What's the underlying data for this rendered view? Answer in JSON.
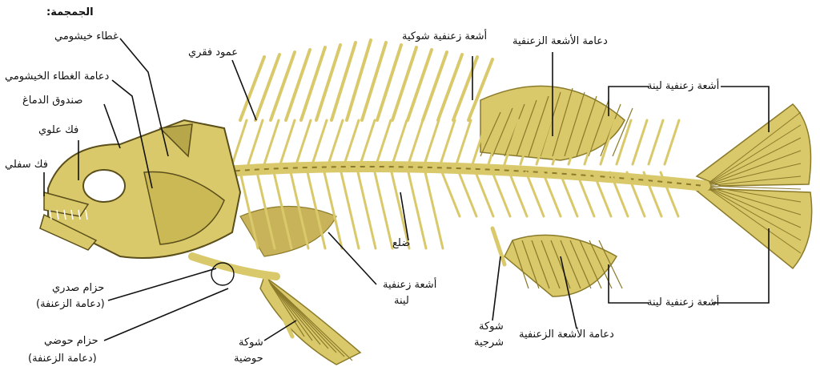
{
  "labels": {
    "skull": "الجمجمة:",
    "gill_cover": "غطاء خيشومي",
    "gill_cover_support": "دعامة الغطاء الخيشومي",
    "brain_case": "صندوق الدماغ",
    "upper_jaw": "فك علوي",
    "lower_jaw": "فك سفلي",
    "vertebral_column": "عمود فقري",
    "spiny_fin_rays": "أشعة زعنفية شوكية",
    "fin_ray_support_top": "دعامة الأشعة الزعنفية",
    "soft_fin_rays_top": "أشعة زعنفية لينة",
    "pectoral_girdle_1": "حزام صدري",
    "pectoral_girdle_2": "(دعامة الزعنفة)",
    "pelvic_girdle_1": "حزام حوضي",
    "pelvic_girdle_2": "(دعامة الزعنفة)",
    "pelvic_spine_1": "شوكة",
    "pelvic_spine_2": "حوضية",
    "rib": "ضلع",
    "soft_fin_rays_mid_1": "أشعة زعنفية",
    "soft_fin_rays_mid_2": "لينة",
    "anal_spine_1": "شوكة",
    "anal_spine_2": "شرجية",
    "fin_ray_support_bottom": "دعامة الأشعة الزعنفية",
    "soft_fin_rays_bottom": "أشعة زعنفية لينة"
  },
  "colors": {
    "bone": "#d9c96a",
    "bone_dark": "#8a7a2a",
    "bone_shadow": "#5a4e1a",
    "leader": "#111111"
  }
}
